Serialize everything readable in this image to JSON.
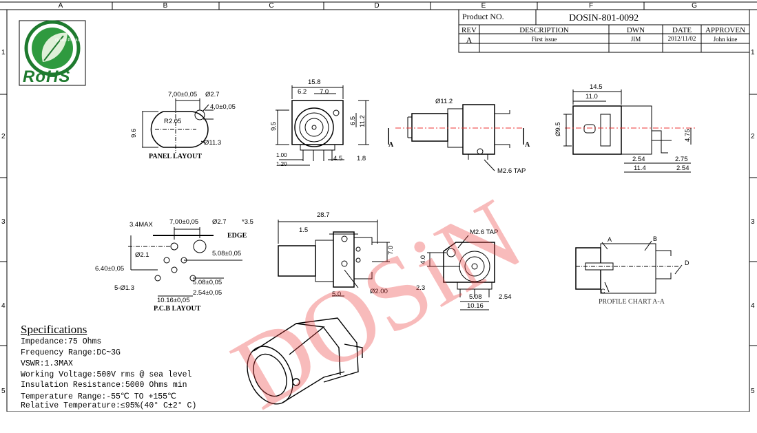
{
  "grid": {
    "columns": [
      "A",
      "B",
      "C",
      "D",
      "E",
      "F",
      "G"
    ],
    "rows": [
      "1",
      "2",
      "3",
      "4",
      "5"
    ]
  },
  "title_block": {
    "product_no_label": "Product NO.",
    "product_no": "DOSIN-801-0092",
    "headers": {
      "rev": "REV",
      "description": "DESCRIPTION",
      "dwn": "DWN",
      "date": "DATE",
      "approven": "APPROVEN"
    },
    "row": {
      "rev": "A",
      "description": "First issue",
      "dwn": "JIM",
      "date": "2012/11/02",
      "approven": "John kine"
    }
  },
  "logo": {
    "text": "RoHS",
    "tagline": "Green Product"
  },
  "watermark": "DOSiN",
  "panel_layout": {
    "title": "PANEL LAYOUT",
    "dims": {
      "d1": "7,00±0,05",
      "d2": "Ø2.7",
      "d3": "4,0±0,05",
      "d4": "R2.05",
      "d5": "9.6",
      "d6": "Ø11.3"
    }
  },
  "front_view": {
    "dims": {
      "w": "15.8",
      "a": "6.2",
      "b": "7.0",
      "h": "9.5",
      "c": "6.5",
      "d": "11.2",
      "e": "1.00",
      "f": "1.20",
      "g": "4.5",
      "h2": "1.8"
    }
  },
  "side_view": {
    "dims": {
      "dia": "Ø11.2",
      "tap": "M2.6 TAP",
      "sect_a": "A",
      "sect_b": "A"
    }
  },
  "rear_view": {
    "dims": {
      "a": "14.5",
      "b": "11.0",
      "dia": "Ø9.5",
      "c": "4.75",
      "d": "2.54",
      "e": "2.75",
      "f": "11.4",
      "g": "2.54"
    }
  },
  "pcb_layout": {
    "title": "P.C.B LAYOUT",
    "dims": {
      "max": "3.4MAX",
      "a": "7,00±0,05",
      "b": "Ø2.7",
      "b_tail": "*3.5",
      "edge": "EDGE",
      "c": "Ø2.1",
      "d": "5.08±0,05",
      "e": "6.40±0,05",
      "f": "5-Ø1.3",
      "g": "5.08±0,05",
      "h": "2.54±0,05",
      "i": "10.16±0,05"
    }
  },
  "bottom_view": {
    "dims": {
      "len": "28.7",
      "a": "1.5",
      "b": "7.0",
      "c": "5.0",
      "d": "Ø2.00"
    }
  },
  "profile_view": {
    "dims": {
      "tap": "M2.6 TAP",
      "a": "4.0",
      "b": "2.3",
      "c": "5.08",
      "d": "2.54",
      "e": "10.16"
    }
  },
  "profile_chart": {
    "title": "PROFILE CHART A-A",
    "callouts": [
      "A",
      "B",
      "C",
      "D"
    ]
  },
  "specifications": {
    "title": "Specifications",
    "lines": [
      "Impedance:75 Ohms",
      "Frequency Range:DC~3G",
      "VSWR:1.3MAX",
      "Working Voltage:500V rms @ sea level",
      "Insulation Resistance:5000 Ohms min",
      "Temperature Range:-55℃ TO +155℃",
      "Relative Temperature:≤95%(40° C±2° C)"
    ]
  }
}
